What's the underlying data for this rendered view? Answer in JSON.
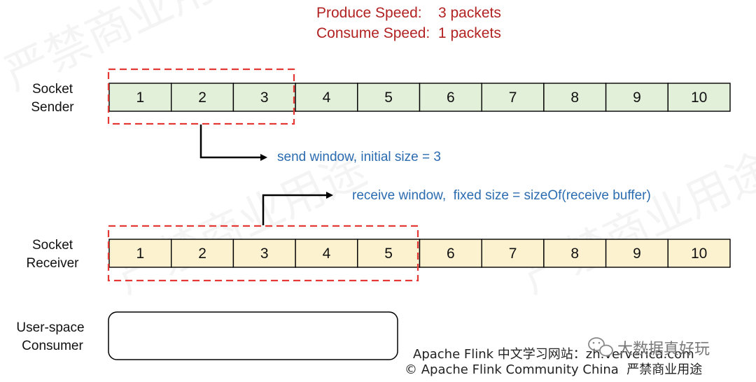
{
  "speeds": {
    "produce": "Produce Speed:    3 packets",
    "consume": "Consume Speed:  1 packets"
  },
  "sender": {
    "label_line1": "Socket",
    "label_line2": "Sender",
    "cells": [
      "1",
      "2",
      "3",
      "4",
      "5",
      "6",
      "7",
      "8",
      "9",
      "10"
    ],
    "window_size": 3,
    "fill_color": "#e2efd9"
  },
  "receiver": {
    "label_line1": "Socket",
    "label_line2": "Receiver",
    "cells": [
      "1",
      "2",
      "3",
      "4",
      "5",
      "6",
      "7",
      "8",
      "9",
      "10"
    ],
    "window_size": 5,
    "fill_color": "#fdf2d0"
  },
  "consumer": {
    "label_line1": "User-space",
    "label_line2": "Consumer"
  },
  "annotations": {
    "send_window": "send window, initial size = 3",
    "receive_window": "receive window,  fixed size = sizeOf(receive buffer)"
  },
  "footer": {
    "line1": "Apache Flink 中文学习网站：zh.ververica.com",
    "line2": "© Apache Flink Community China  严禁商业用途"
  },
  "wechat_badge": "大数据真好玩",
  "watermark": "严禁商业用途",
  "colors": {
    "window_border": "#e53935",
    "speed_text": "#b22222",
    "annotation_text": "#2b6cb0",
    "arrow": "#000000"
  }
}
